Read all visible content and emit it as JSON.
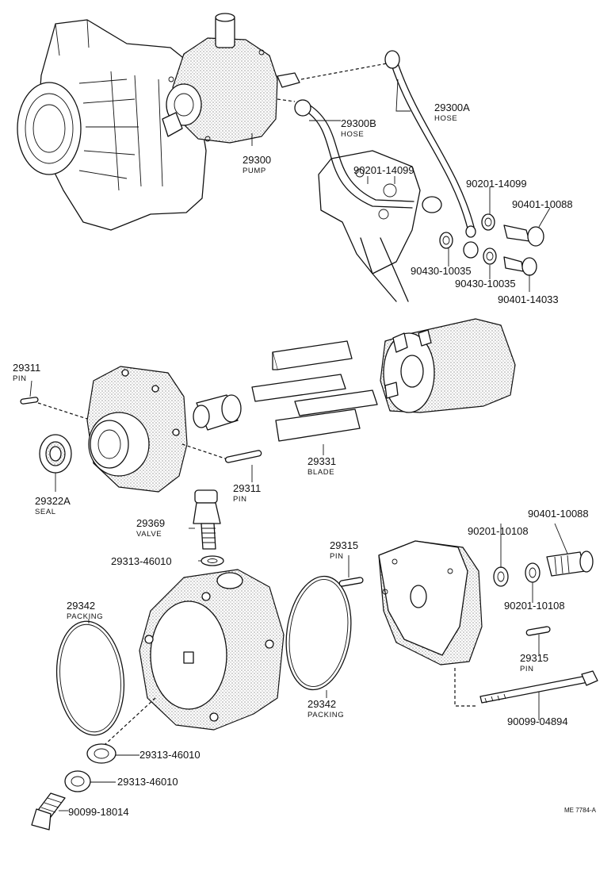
{
  "labels": {
    "hose_a_number": "29300A",
    "hose_a_name": "HOSE",
    "hose_b_number": "29300B",
    "hose_b_name": "HOSE",
    "pump_number": "29300",
    "pump_name": "PUMP",
    "washer_top_left": "90201-14099",
    "washer_top_right": "90201-14099",
    "bolt_top": "90401-10088",
    "gasket_left": "90430-10035",
    "gasket_right": "90430-10035",
    "bolt_lower": "90401-14033",
    "pin_left_number": "29311",
    "pin_left_name": "PIN",
    "pin_mid_number": "29311",
    "pin_mid_name": "PIN",
    "seal_number": "29322A",
    "seal_name": "SEAL",
    "blade_number": "29331",
    "blade_name": "BLADE",
    "valve_number": "29369",
    "valve_name": "VALVE",
    "valve_washer": "29313-46010",
    "packing_left_number": "29342",
    "packing_left_name": "PACKING",
    "packing_right_number": "29342",
    "packing_right_name": "PACKING",
    "pin_cover_number": "29315",
    "pin_cover_name": "PIN",
    "pin_right_number": "29315",
    "pin_right_name": "PIN",
    "washer_cover_left": "90201-10108",
    "washer_cover_right": "90201-10108",
    "bolt_cover": "90401-10088",
    "long_bolt": "90099-04894",
    "washer_bottom_1": "29313-46010",
    "washer_bottom_2": "29313-46010",
    "union_bolt": "90099-18014",
    "figure_code": "ME 7784-A"
  }
}
